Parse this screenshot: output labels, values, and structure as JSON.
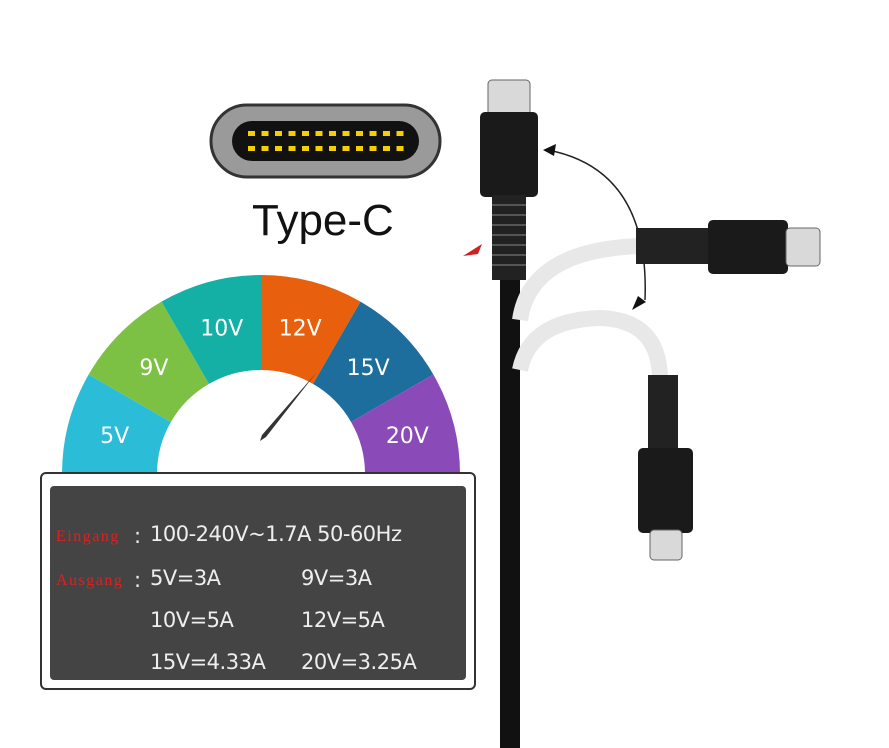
{
  "title": "Type-C",
  "gauge": {
    "segments": [
      {
        "label": "5V",
        "color": "#2bbcd8"
      },
      {
        "label": "9V",
        "color": "#7cc144"
      },
      {
        "label": "10V",
        "color": "#14b0a6"
      },
      {
        "label": "12V",
        "color": "#e8600e"
      },
      {
        "label": "15V",
        "color": "#1d6e9c"
      },
      {
        "label": "20V",
        "color": "#8a4bb8"
      }
    ],
    "needle_value": "12V"
  },
  "specs": {
    "input_label": "Eingang",
    "input_value": "100-240V~1.7A  50-60Hz",
    "output_label": "Ausgang",
    "outputs": [
      "5V=3A",
      "9V=3A",
      "10V=5A",
      "12V=5A",
      "15V=4.33A",
      "20V=3.25A"
    ]
  }
}
